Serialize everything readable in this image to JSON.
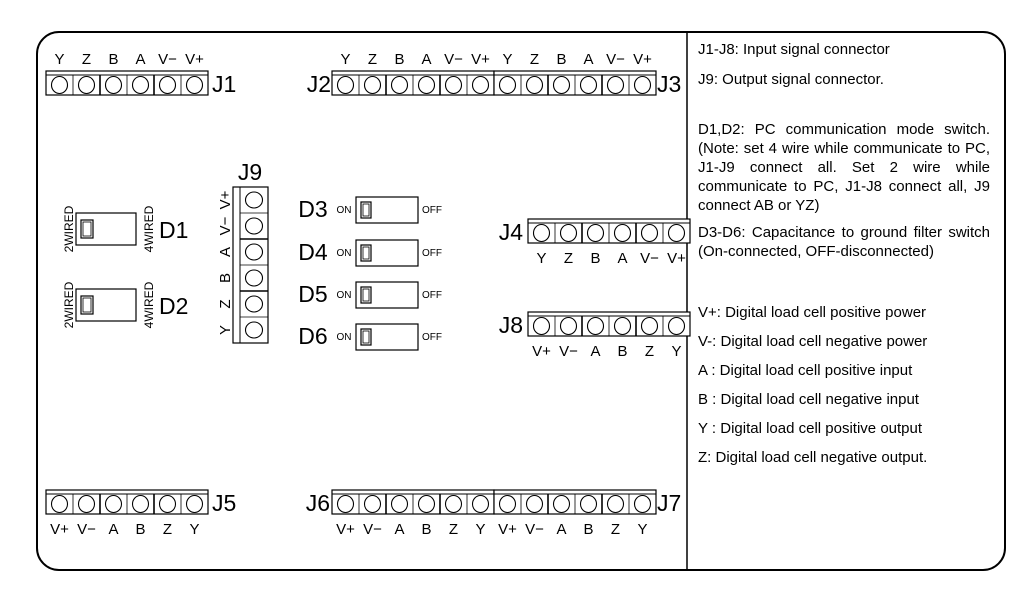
{
  "connectors": {
    "J1": {
      "label": "J1",
      "pins": [
        "Y",
        "Z",
        "B",
        "A",
        "V−",
        "V+"
      ]
    },
    "J2": {
      "label": "J2",
      "pins": [
        "Y",
        "Z",
        "B",
        "A",
        "V−",
        "V+"
      ]
    },
    "J3": {
      "label": "J3",
      "pins": [
        "Y",
        "Z",
        "B",
        "A",
        "V−",
        "V+"
      ]
    },
    "J4": {
      "label": "J4",
      "pins": [
        "Y",
        "Z",
        "B",
        "A",
        "V−",
        "V+"
      ]
    },
    "J5": {
      "label": "J5",
      "pins": [
        "V+",
        "V−",
        "A",
        "B",
        "Z",
        "Y"
      ]
    },
    "J6": {
      "label": "J6",
      "pins": [
        "V+",
        "V−",
        "A",
        "B",
        "Z",
        "Y"
      ]
    },
    "J7": {
      "label": "J7",
      "pins": [
        "V+",
        "V−",
        "A",
        "B",
        "Z",
        "Y"
      ]
    },
    "J8": {
      "label": "J8",
      "pins": [
        "V+",
        "V−",
        "A",
        "B",
        "Z",
        "Y"
      ]
    },
    "J9": {
      "label": "J9",
      "pins": [
        "Y",
        "Z",
        "B",
        "A",
        "V−",
        "V+"
      ]
    }
  },
  "switches": {
    "D1": {
      "label": "D1",
      "left": "2WIRED",
      "right": "4WIRED"
    },
    "D2": {
      "label": "D2",
      "left": "2WIRED",
      "right": "4WIRED"
    },
    "D3": {
      "label": "D3",
      "on": "ON",
      "off": "OFF"
    },
    "D4": {
      "label": "D4",
      "on": "ON",
      "off": "OFF"
    },
    "D5": {
      "label": "D5",
      "on": "ON",
      "off": "OFF"
    },
    "D6": {
      "label": "D6",
      "on": "ON",
      "off": "OFF"
    }
  },
  "legend": {
    "line1": "J1-J8: Input signal connector",
    "line2": "J9: Output signal connector.",
    "para1": "D1,D2: PC communication mode switch. (Note: set 4 wire while communicate to PC, J1-J9 connect all. Set 2 wire while communicate to PC, J1-J8 connect all, J9 connect AB or YZ)",
    "para2": "D3-D6: Capacitance to ground filter switch (On-connected, OFF-disconnected)",
    "defs": [
      "V+: Digital load cell positive power",
      "V-: Digital load cell negative power",
      "A : Digital load cell positive input",
      "B : Digital load cell negative input",
      "Y : Digital load cell positive output",
      "Z: Digital load cell negative output."
    ]
  }
}
